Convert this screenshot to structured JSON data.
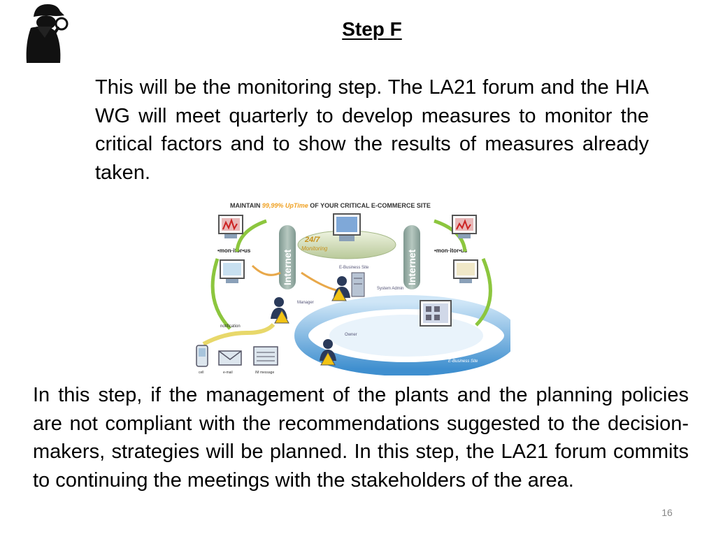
{
  "slide": {
    "title": "Step F",
    "paragraph_top": "This will be the monitoring step. The LA21 forum and the HIA WG will meet quarterly to develop measures to monitor the critical factors and to show the results of measures already taken.",
    "paragraph_bottom": "In this step, if the management of the plants and the planning policies are not compliant with the recommendations suggested to the decision-makers, strategies will be planned. In this step, the LA21 forum commits to continuing the meetings with the stakeholders of the area.",
    "page_number": "16"
  },
  "figure": {
    "headline_part1": "MAINTAIN",
    "headline_highlight": "99,99% UpTime",
    "headline_part2": "OF YOUR CRITICAL E-COMMERCE SITE",
    "internet_left": "Internet",
    "internet_right": "Internet",
    "monitor_left": "•mon·itor•us",
    "monitor_right": "•mon·itor•us",
    "monitoring_247": "24/7",
    "monitoring_label": "Monitoring",
    "ebusiness_site": "E-Business Site",
    "system_admin": "System Admin",
    "manager": "Manager",
    "owner": "Owner",
    "notification": "notification",
    "device_cell": "cell",
    "device_email": "e-mail",
    "device_im": "IM message",
    "ebusiness_site_bottom": "E-Business Site",
    "colors": {
      "headline_highlight": "#f0a020",
      "ring_blue": "#4a9fd8",
      "internet_pill": "#8fa8a0",
      "arrow_green": "#8cc63e",
      "alert_yellow": "#f2c314"
    }
  }
}
